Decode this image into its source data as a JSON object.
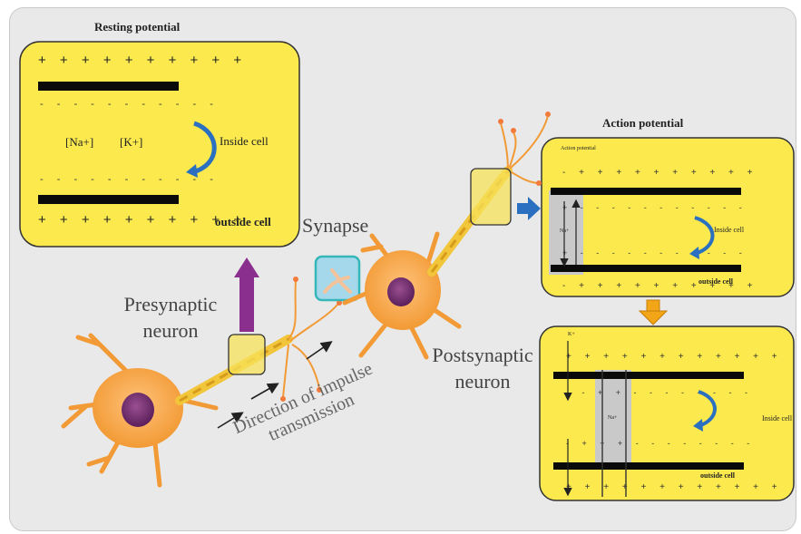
{
  "titles": {
    "resting_potential": "Resting potential",
    "action_potential": "Action potential",
    "action_potential_small": "Action potential"
  },
  "labels": {
    "synapse": "Synapse",
    "presynaptic_neuron": "Presynaptic neuron",
    "postsynaptic_neuron": "Postsynaptic neuron",
    "direction": "Direction of impulse transmission"
  },
  "resting_panel": {
    "na": "[Na+]",
    "k": "[K+]",
    "inside": "Inside cell",
    "outside": "outside cell"
  },
  "action_panel": {
    "na": "Na+",
    "inside": "Inside cell",
    "outside": "outside cell"
  },
  "bottom_panel": {
    "k": "K+",
    "na": "Na+",
    "inside": "Inside cell",
    "outside": "outside cell"
  },
  "colors": {
    "panel_fill": "#fbe94e",
    "membrane": "#0a0a0a",
    "neuron_body": "#f6a540",
    "nucleus": "#6b2d6e",
    "purple_arrow": "#8a2f8e",
    "blue_arrow": "#2a6fc0",
    "orange_arrow": "#f2a516",
    "synapse_box": "#9fd3ea"
  }
}
